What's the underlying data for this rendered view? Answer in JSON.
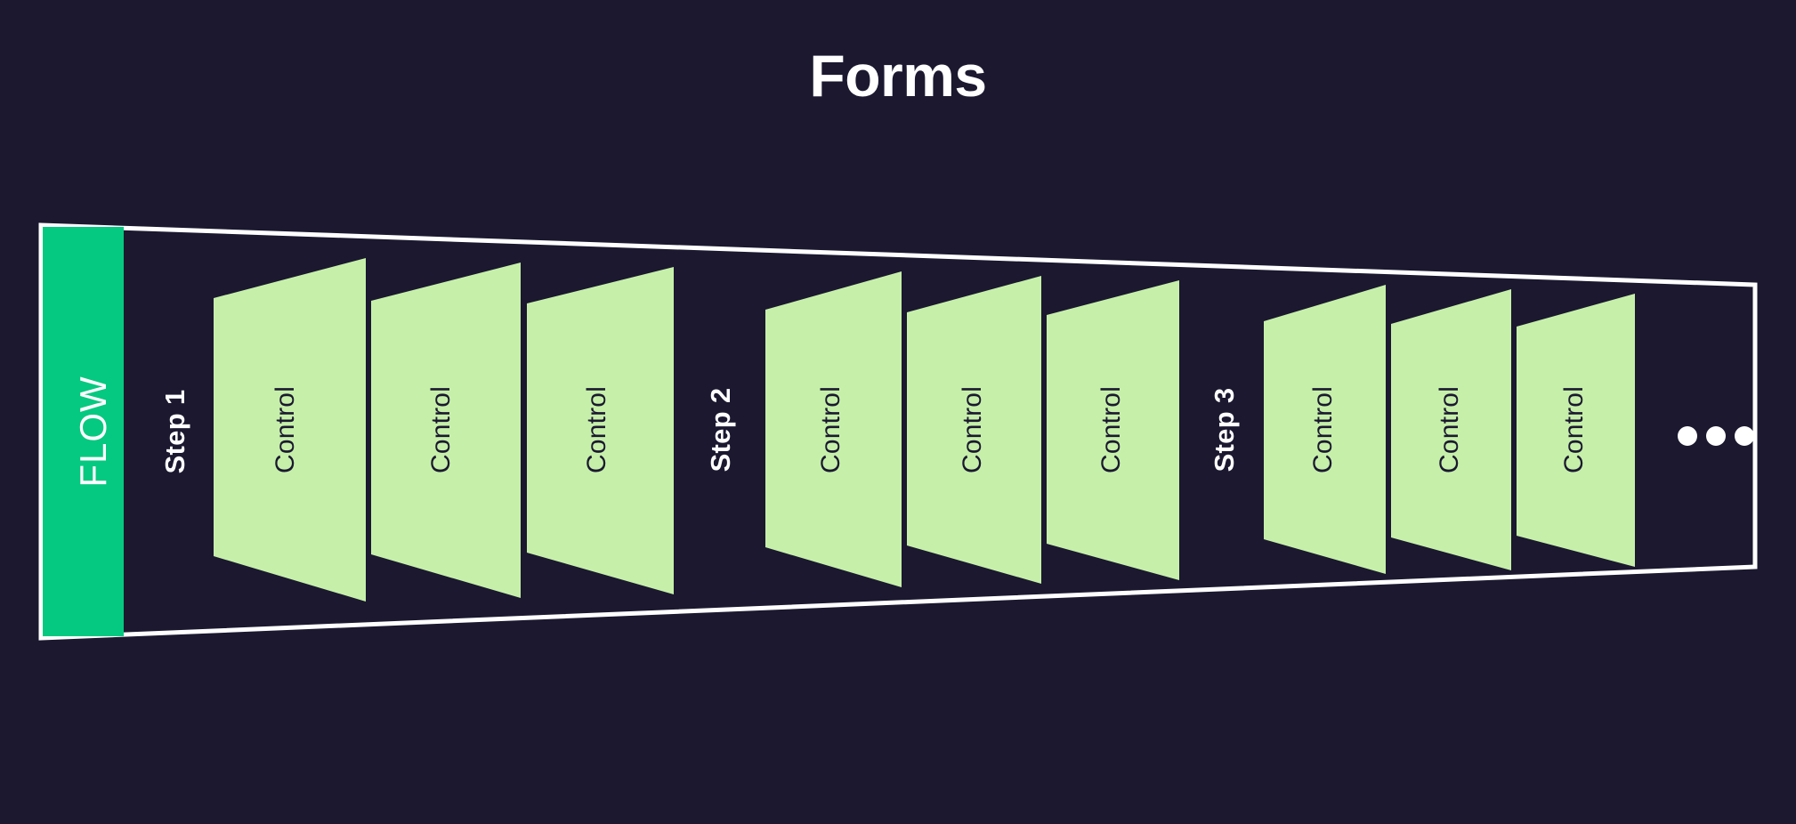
{
  "page": {
    "title": "Forms",
    "background_color": "#1b1830"
  },
  "colors": {
    "background": "#1b1830",
    "flow_bar": "#05c980",
    "control_fill": "#c6f0a9",
    "outline": "#ffffff",
    "title_text": "#ffffff",
    "control_text": "#1b1830",
    "step_text": "#ffffff",
    "flow_text": "#ffffff",
    "ellipsis": "#ffffff"
  },
  "diagram": {
    "name": "forms-flow-funnel",
    "flow_bar": {
      "label": "FLOW"
    },
    "ellipsis": {
      "label": "...",
      "dot_count": 3
    },
    "steps": [
      {
        "label": "Step 1",
        "controls": [
          {
            "label": "Control"
          },
          {
            "label": "Control"
          },
          {
            "label": "Control"
          }
        ]
      },
      {
        "label": "Step 2",
        "controls": [
          {
            "label": "Control"
          },
          {
            "label": "Control"
          },
          {
            "label": "Control"
          }
        ]
      },
      {
        "label": "Step 3",
        "controls": [
          {
            "label": "Control"
          },
          {
            "label": "Control"
          },
          {
            "label": "Control"
          }
        ]
      }
    ]
  }
}
